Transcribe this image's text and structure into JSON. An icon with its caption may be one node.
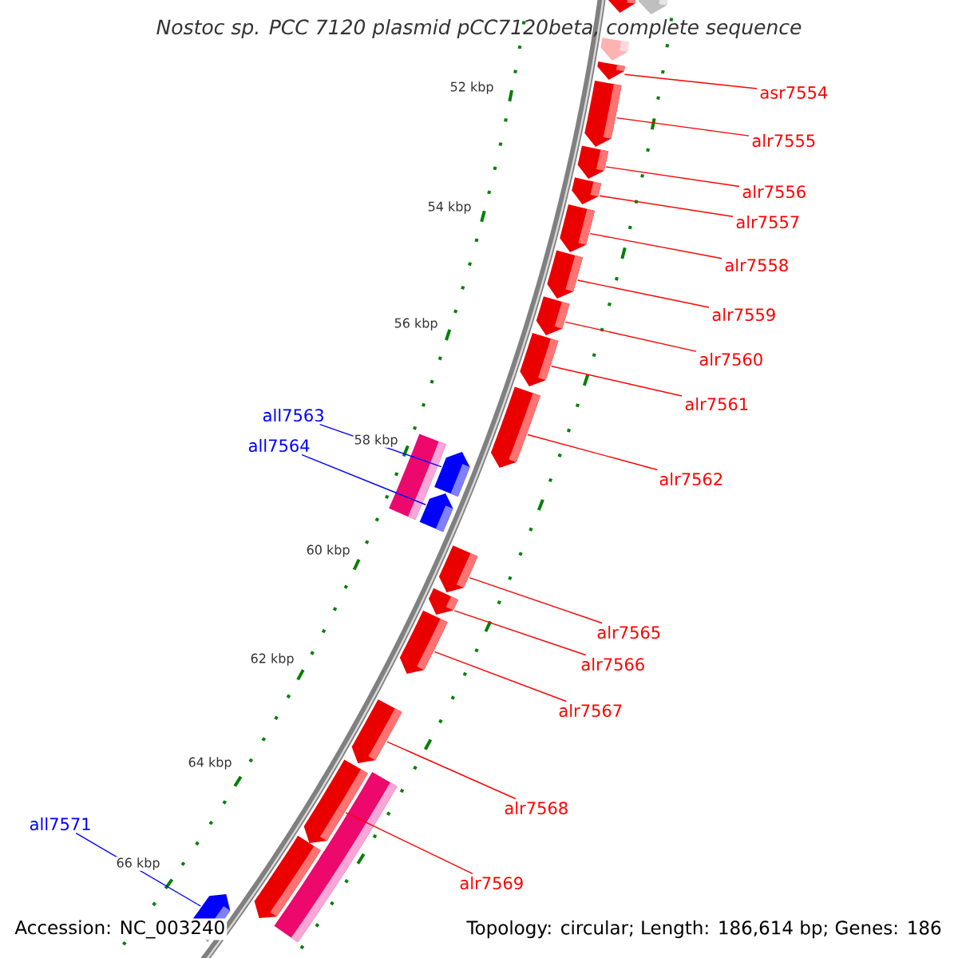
{
  "diagram": {
    "title": "Nostoc sp. PCC 7120 plasmid pCC7120beta, complete sequence",
    "nodes": [
      {
        "text": [
          "asr7554"
        ]
      },
      {
        "text": [
          "alr7555"
        ]
      },
      {
        "text": [
          "alr7556"
        ]
      },
      {
        "text": [
          "alr7557"
        ]
      },
      {
        "text": [
          "alr7558"
        ]
      },
      {
        "text": [
          "alr7559"
        ]
      },
      {
        "text": [
          "alr7560"
        ]
      },
      {
        "text": [
          "alr7561"
        ]
      },
      {
        "text": [
          "alr7562"
        ]
      },
      {
        "text": [
          "all7563"
        ]
      },
      {
        "text": [
          "all7564"
        ]
      },
      {
        "text": [
          "alr7565"
        ]
      },
      {
        "text": [
          "alr7566"
        ]
      },
      {
        "text": [
          "alr7567"
        ]
      },
      {
        "text": [
          "alr7568"
        ]
      },
      {
        "text": [
          "alr7569"
        ]
      },
      {
        "text": [
          "all7571"
        ]
      },
      {
        "text": [],
        "shape": "bar"
      },
      {
        "text": [],
        "shape": "bar"
      },
      {
        "text": [],
        "shape": "bar"
      },
      {
        "text": [],
        "shape": "bar"
      },
      {
        "text": [],
        "shape": "bar"
      },
      {
        "text": [],
        "shape": "bar"
      },
      {
        "text": [],
        "shape": "bar"
      },
      {
        "text": [],
        "shape": "bar"
      },
      {
        "text": [],
        "shape": "bar"
      },
      {
        "text": [],
        "shape": "bar"
      },
      {
        "text": [],
        "shape": "bar"
      },
      {
        "text": [],
        "shape": "bar"
      },
      {
        "text": [],
        "shape": "bar"
      },
      {
        "text": [],
        "shape": "bar"
      },
      {
        "text": [],
        "shape": "bar"
      },
      {
        "text": [],
        "shape": "bar"
      },
      {
        "text": [],
        "shape": "bar"
      },
      {
        "text": [],
        "shape": "bar"
      },
      {
        "text": [],
        "shape": "bar"
      },
      {
        "text": [],
        "shape": "bar"
      },
      {
        "text": [],
        "shape": "bar"
      },
      {
        "text": [],
        "shape": "bar"
      },
      {
        "text": [],
        "shape": "bar"
      },
      {
        "text": [],
        "shape": "bar"
      }
    ],
    "edges": [
      {
        "from": 0,
        "to": 20,
        "arrow": "none"
      },
      {
        "from": 1,
        "to": 21,
        "arrow": "none"
      },
      {
        "from": 2,
        "to": 22,
        "arrow": "none"
      },
      {
        "from": 3,
        "to": 23,
        "arrow": "none"
      },
      {
        "from": 4,
        "to": 24,
        "arrow": "none"
      },
      {
        "from": 5,
        "to": 25,
        "arrow": "none"
      },
      {
        "from": 6,
        "to": 26,
        "arrow": "none"
      },
      {
        "from": 7,
        "to": 27,
        "arrow": "none"
      },
      {
        "from": 8,
        "to": 28,
        "arrow": "none"
      },
      {
        "from": 9,
        "to": 30,
        "arrow": "none",
        "color": "#0000ff"
      },
      {
        "from": 10,
        "to": 31,
        "arrow": "none",
        "color": "#0000ff"
      },
      {
        "from": 11,
        "to": 32,
        "arrow": "none"
      },
      {
        "from": 12,
        "to": 33,
        "arrow": "none"
      },
      {
        "from": 13,
        "to": 34,
        "arrow": "none"
      },
      {
        "from": 14,
        "to": 35,
        "arrow": "none"
      },
      {
        "from": 15,
        "to": 36,
        "arrow": "none"
      },
      {
        "from": 16,
        "to": 40,
        "arrow": "none",
        "color": "#0000ff"
      }
    ],
    "labels": [
      "52 kbp",
      "54 kbp",
      "56 kbp",
      "58 kbp",
      "60 kbp",
      "62 kbp",
      "64 kbp",
      "66 kbp",
      "Accession: NC_003240",
      "Topology: circular; Length: 186,614 bp; Genes: 186"
    ]
  }
}
